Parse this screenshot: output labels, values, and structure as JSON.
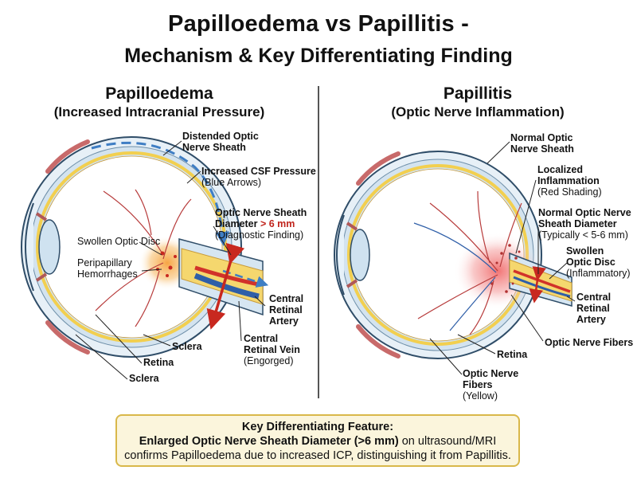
{
  "title": {
    "line1": "Papilloedema vs Papillitis -",
    "line2": "Mechanism & Key Differentiating Finding"
  },
  "left_panel": {
    "heading": "Papilloedema",
    "subheading": "(Increased Intracranial Pressure)",
    "labels": {
      "distended_sheath_1": "Distended Optic",
      "distended_sheath_2": "Nerve Sheath",
      "csf_pressure_1": "Increased CSF Pressure",
      "csf_pressure_2": "(Blue Arrows)",
      "onsd_1": "Optic Nerve Sheath",
      "onsd_2a": "Diameter ",
      "onsd_2b": "> 6 mm",
      "onsd_3": "(Diagnostic Finding)",
      "swollen_disc": "Swollen Optic Disc",
      "peripapillary_1": "Peripapillary",
      "peripapillary_2": "Hemorrhages",
      "cra_1": "Central",
      "cra_2": "Retinal",
      "cra_3": "Artery",
      "sclera_a": "Sclera",
      "crv_1": "Central",
      "crv_2": "Retinal Vein",
      "crv_3": "(Engorged)",
      "retina": "Retina",
      "sclera_b": "Sclera"
    }
  },
  "right_panel": {
    "heading": "Papillitis",
    "subheading": "(Optic Nerve Inflammation)",
    "labels": {
      "normal_sheath_1": "Normal Optic",
      "normal_sheath_2": "Nerve Sheath",
      "localized_1": "Localized",
      "localized_2": "Inflammation",
      "localized_3": "(Red Shading)",
      "normal_onsd_1": "Normal Optic Nerve",
      "normal_onsd_2": "Sheath Diameter",
      "normal_onsd_3": "(Typically < 5-6 mm)",
      "swollen_1": "Swollen",
      "swollen_2": "Optic Disc",
      "swollen_3": "(Inflammatory)",
      "cra_1": "Central",
      "cra_2": "Retinal",
      "cra_3": "Artery",
      "fibers_label": "Optic Nerve Fibers",
      "retina": "Retina",
      "onf_1": "Optic Nerve",
      "onf_2": "Fibers",
      "onf_3": "(Yellow)"
    }
  },
  "key_box": {
    "line1": "Key Differentiating Feature:",
    "line2a": "Enlarged Optic Nerve Sheath Diameter (>6 mm)",
    "line2b": " on ultrasound/MRI",
    "line3": "confirms Papilloedema due to increased ICP, distinguishing it from Papillitis."
  },
  "colors": {
    "sclera": "#c9dbe8",
    "retina_yellow": "#f2cf4f",
    "nerve_yellow": "#f5d76e",
    "artery_red": "#d1322a",
    "vein_blue": "#2f5fa8",
    "csf_blue": "#3f7ec4",
    "inflammation": "#f3787a",
    "key_border": "#d9b84a",
    "key_fill": "#fbf5dc"
  }
}
